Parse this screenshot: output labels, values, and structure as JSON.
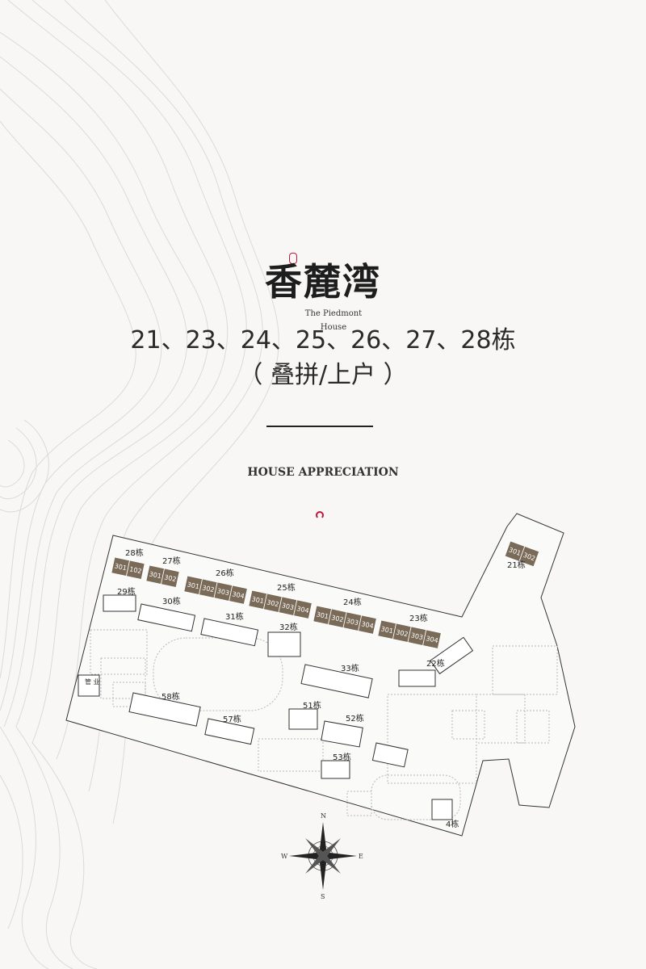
{
  "brand": {
    "name_cn": "香麓湾",
    "name_en_line1": "The Piedmont",
    "name_en_line2": "House"
  },
  "headline": {
    "buildings": "21、23、24、25、26、27、28栋",
    "type": "（ 叠拼/上户 ）"
  },
  "section_title": "HOUSE APPRECIATION",
  "site_plan": {
    "highlighted_buildings": [
      {
        "label": "28栋",
        "units": [
          "301",
          "102"
        ]
      },
      {
        "label": "27栋",
        "units": [
          "301",
          "302"
        ]
      },
      {
        "label": "26栋",
        "units": [
          "301",
          "302",
          "303",
          "304"
        ]
      },
      {
        "label": "25栋",
        "units": [
          "301",
          "302",
          "303",
          "304"
        ]
      },
      {
        "label": "24栋",
        "units": [
          "301",
          "302",
          "303",
          "304"
        ]
      },
      {
        "label": "23栋",
        "units": [
          "301",
          "302",
          "303",
          "304"
        ]
      },
      {
        "label": "21栋",
        "units": [
          "301",
          "302"
        ]
      }
    ],
    "other_buildings": [
      "29栋",
      "30栋",
      "31栋",
      "32栋",
      "33栋",
      "22栋",
      "58栋",
      "57栋",
      "51栋",
      "52栋",
      "53栋",
      "4栋"
    ],
    "management_label": "管\n业",
    "highlight_color": "#7a6a58",
    "compass": {
      "n": "N",
      "s": "S",
      "e": "E",
      "w": "W"
    }
  }
}
